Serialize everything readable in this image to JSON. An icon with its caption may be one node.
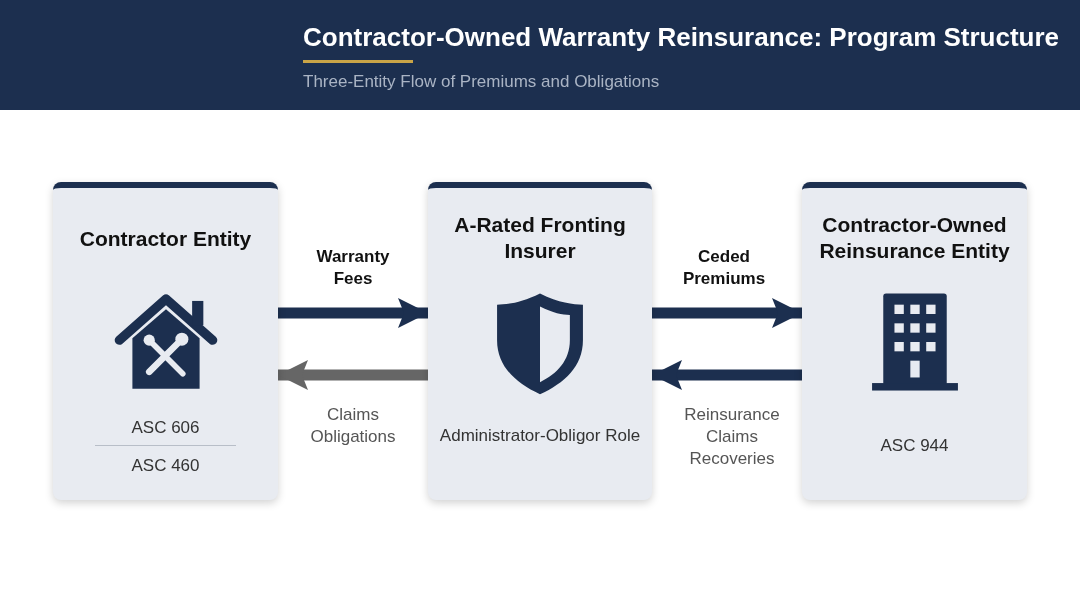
{
  "diagram": {
    "title": "Contractor-Owned Warranty Reinsurance: Program Structure",
    "nodes": [
      {
        "text": [
          "Contractor Entity",
          "ASC 606",
          "ASC 460"
        ]
      },
      {
        "text": [
          "A-Rated Fronting Insurer",
          "Administrator-Obligor Role"
        ]
      },
      {
        "text": [
          "Contractor-Owned Reinsurance Entity",
          "ASC 944"
        ]
      }
    ],
    "edges": [
      {
        "from": 0,
        "to": 1,
        "arrow": "to",
        "label": "Warranty Fees"
      },
      {
        "from": 1,
        "to": 0,
        "arrow": "to",
        "label": "Claims Obligations",
        "color": "#666666"
      },
      {
        "from": 1,
        "to": 2,
        "arrow": "to",
        "label": "Ceded Premiums"
      },
      {
        "from": 2,
        "to": 1,
        "arrow": "to",
        "label": "Reinsurance Claims Recoveries"
      }
    ],
    "labels": [
      "Three-Entity Flow of Premiums and Obligations"
    ]
  }
}
